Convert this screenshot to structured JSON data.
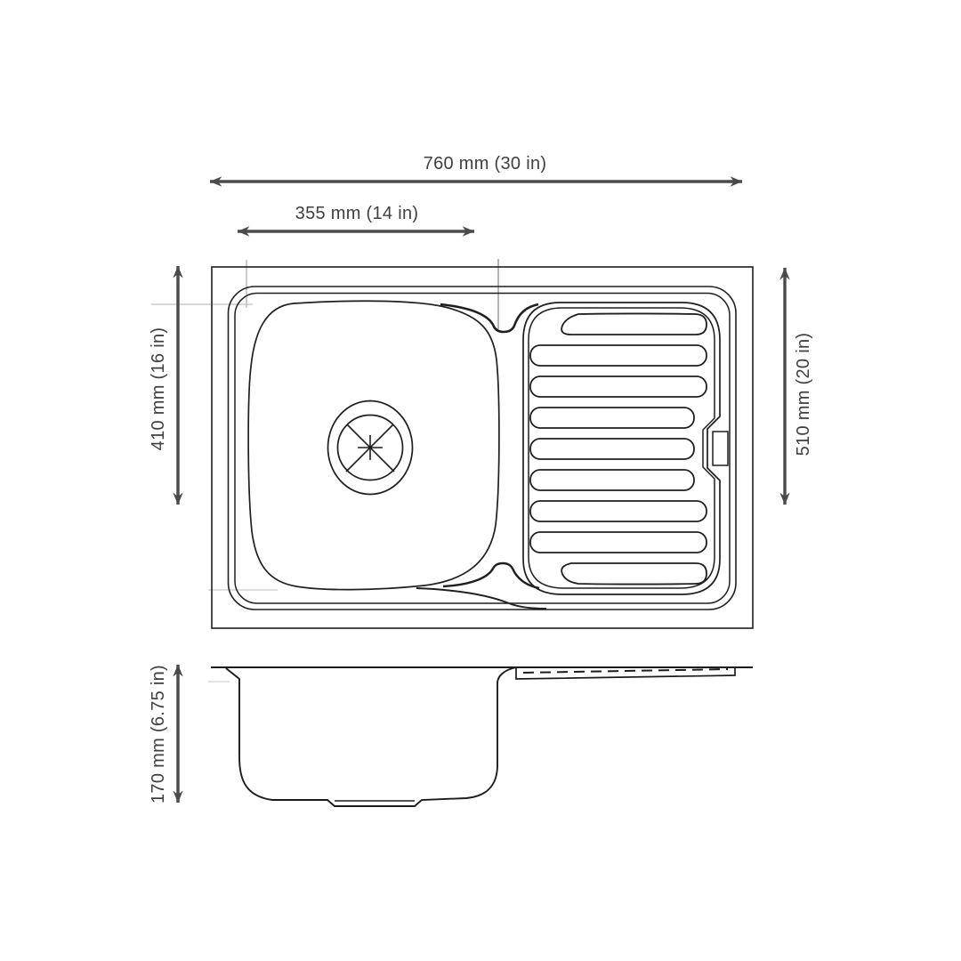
{
  "diagram": {
    "colors": {
      "line": "#1f1f1f",
      "dimension": "#4a4a4a",
      "construction": "#b5b5b5",
      "text": "#3f3f3f",
      "background": "#ffffff"
    },
    "dimensions": {
      "overall_width": "760 mm (30 in)",
      "bowl_width": "355 mm (14 in)",
      "left_height": "410 mm (16 in)",
      "right_height": "510 mm (20 in)",
      "side_height": "170 mm (6.75 in)"
    }
  }
}
